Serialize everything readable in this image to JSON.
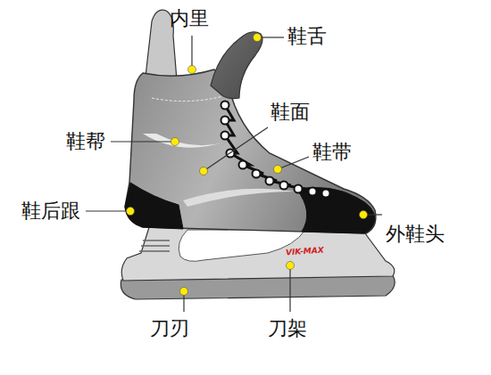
{
  "diagram": {
    "labels": [
      "内里",
      "鞋舌",
      "鞋面",
      "鞋帮",
      "鞋带",
      "鞋后跟",
      "外鞋头",
      "刀刃",
      "刀架",
      "VIK-MAX"
    ]
  }
}
